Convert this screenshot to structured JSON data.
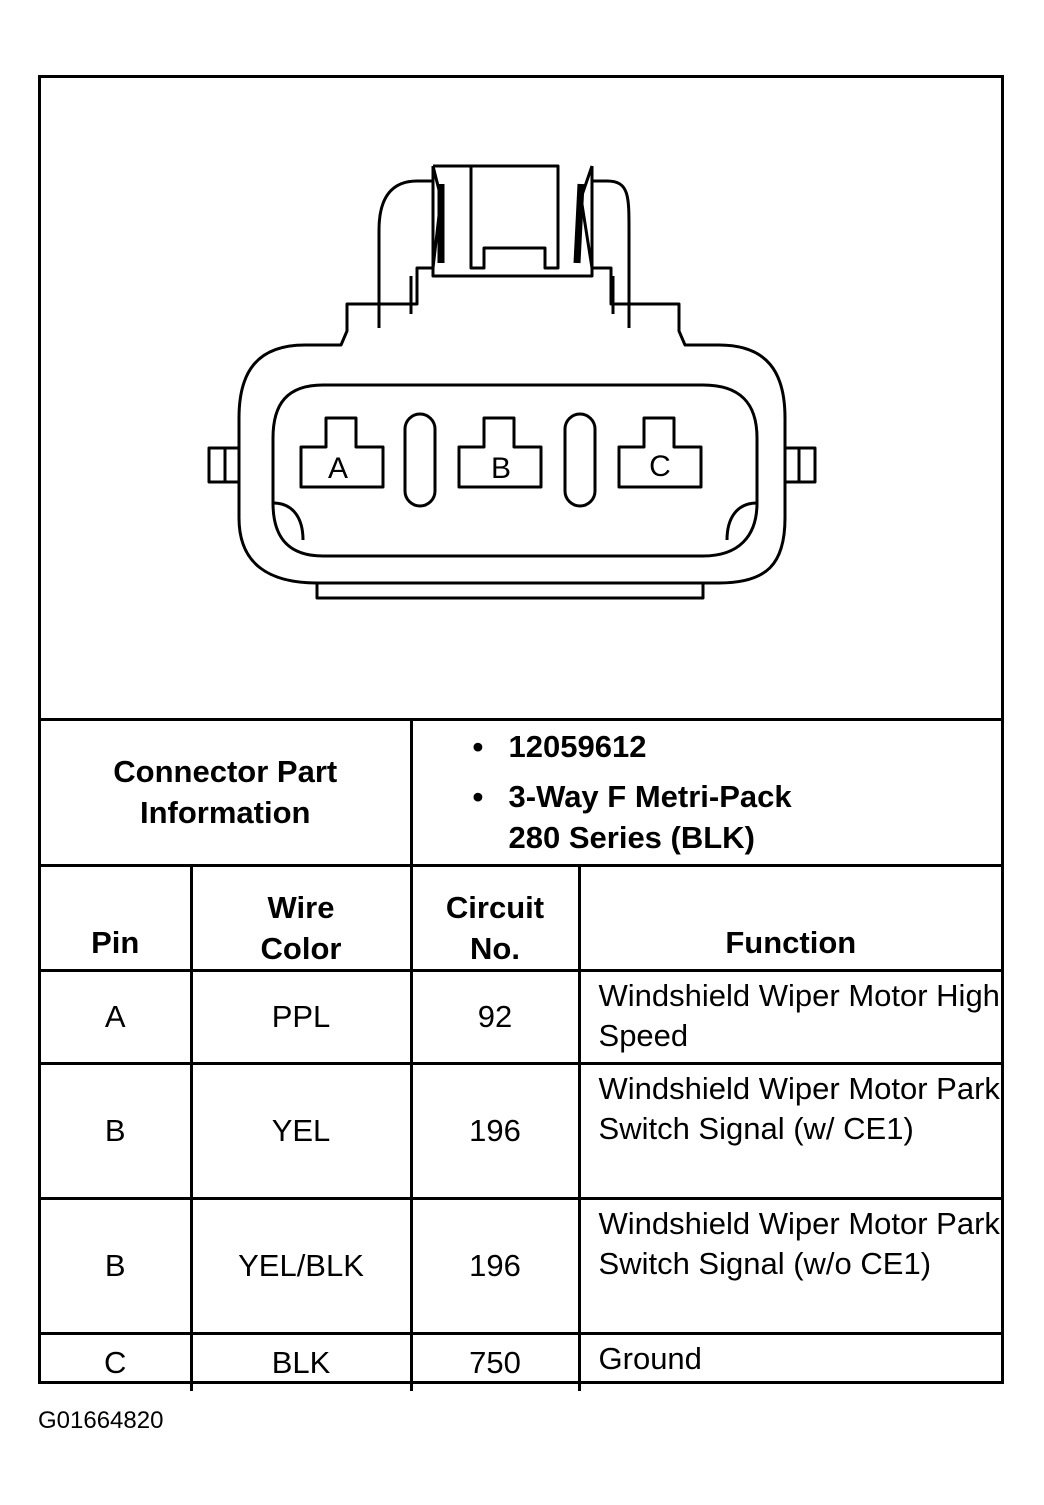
{
  "connector": {
    "pins": [
      "A",
      "B",
      "C"
    ]
  },
  "part_info": {
    "label": "Connector Part Information",
    "items": [
      "12059612",
      "3-Way F Metri-Pack 280 Series (BLK)"
    ]
  },
  "table": {
    "headers": {
      "pin": "Pin",
      "wire_color": "Wire Color",
      "circuit": "Circuit No.",
      "function": "Function"
    },
    "rows": [
      {
        "pin": "A",
        "wire_color": "PPL",
        "circuit": "92",
        "function": "Windshield Wiper Motor High Speed"
      },
      {
        "pin": "B",
        "wire_color": "YEL",
        "circuit": "196",
        "function": "Windshield Wiper Motor Park Switch Signal (w/ CE1)"
      },
      {
        "pin": "B",
        "wire_color": "YEL/BLK",
        "circuit": "196",
        "function": "Windshield Wiper Motor Park Switch Signal (w/o CE1)"
      },
      {
        "pin": "C",
        "wire_color": "BLK",
        "circuit": "750",
        "function": "Ground"
      }
    ]
  },
  "figure_code": "G01664820"
}
